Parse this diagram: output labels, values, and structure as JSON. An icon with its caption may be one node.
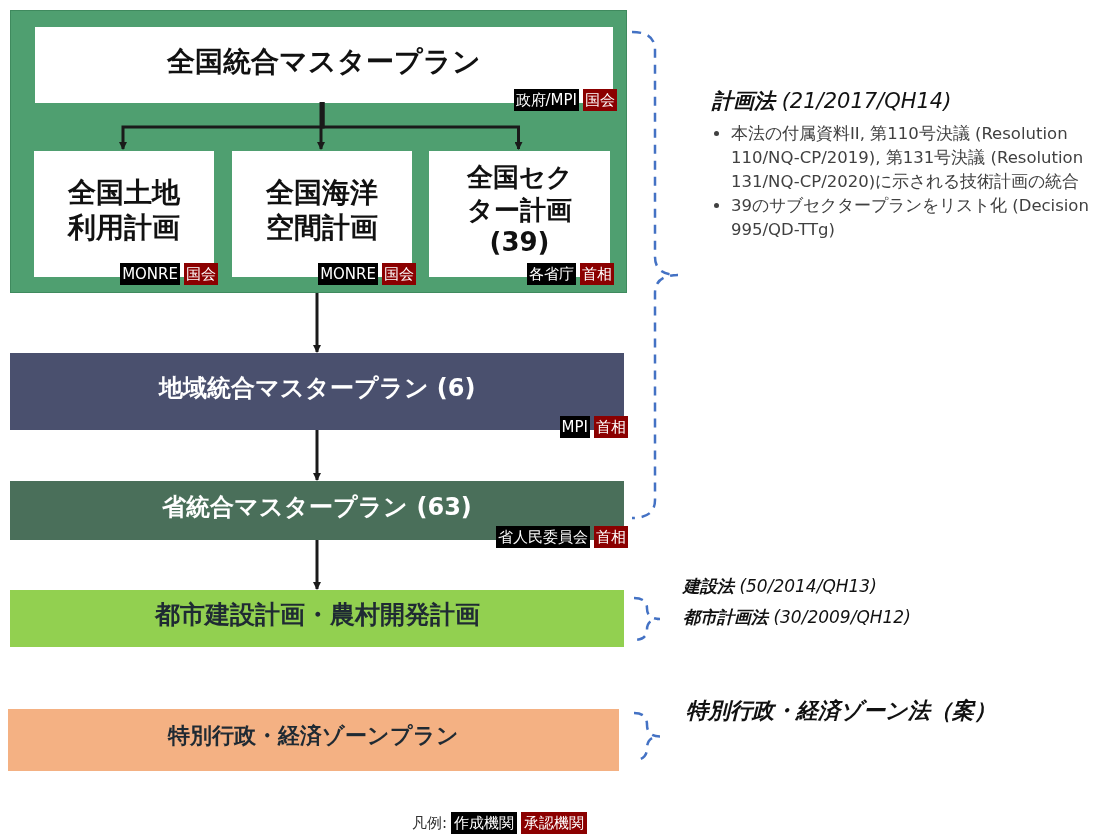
{
  "diagram": {
    "nodes": [
      {
        "text": [],
        "shape": "box"
      },
      {
        "text": [
          "全国統合マスタープラン",
          "政府/MPI",
          "国会"
        ],
        "in": 0
      },
      {
        "text": [
          "全国土地利用計画",
          "MONRE",
          "国会"
        ],
        "in": 0
      },
      {
        "text": [
          "全国海洋空間計画",
          "MONRE",
          "国会"
        ],
        "in": 0
      },
      {
        "text": [
          "全国セクター計画(39)",
          "各省庁",
          "首相"
        ],
        "in": 0
      },
      {
        "text": [
          "地域統合マスタープラン (6)",
          "MPI",
          "首相"
        ]
      },
      {
        "text": [
          "省統合マスタープラン (63)",
          "省人民委員会",
          "首相"
        ]
      },
      {
        "text": [
          "都市建設計画・農村開発計画"
        ]
      },
      {
        "text": [
          "特別行政・経済ゾーンプラン"
        ]
      }
    ],
    "edges": [
      {
        "from": 1,
        "to": 2,
        "arrow": "to"
      },
      {
        "from": 1,
        "to": 3,
        "arrow": "to"
      },
      {
        "from": 1,
        "to": 4,
        "arrow": "to"
      },
      {
        "from": 0,
        "to": 5,
        "arrow": "to"
      },
      {
        "from": 5,
        "to": 6,
        "arrow": "to"
      },
      {
        "from": 6,
        "to": 7,
        "arrow": "to"
      }
    ],
    "labels": [
      "**計画法** (21/2017/QH14)",
      "本法の付属資料II, 第110号決議 (Resolution 110/NQ-CP/2019), 第131号決議 (Resolution 131/NQ-CP/2020)に示される技術計画の統合",
      "39のサブセクタープランをリスト化 (Decision 995/QD-TTg)",
      "**建設法** (50/2014/QH13)",
      "**都市計画法** (30/2009/QH12)",
      "特別行政・経済ゾーン法（案）",
      "凡例:"
    ],
    "legend": [
      {
        "text": "作成機関",
        "color": "#000000"
      },
      {
        "text": "承認機関",
        "color": "#8b0000"
      }
    ]
  }
}
